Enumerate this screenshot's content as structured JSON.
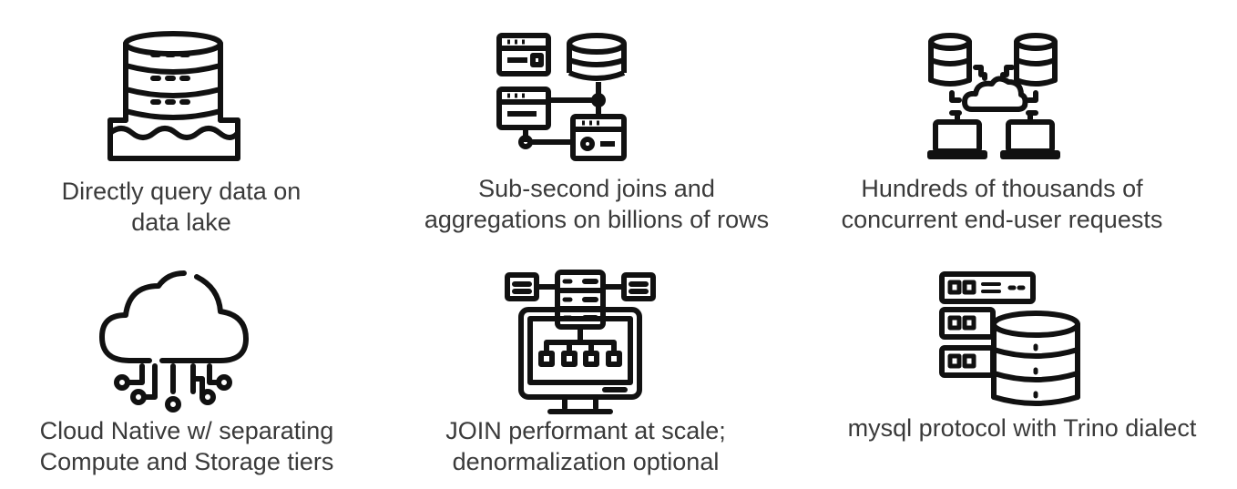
{
  "features": [
    {
      "icon": "data-lake-database-icon",
      "lines": [
        "Directly query data on",
        "data lake"
      ]
    },
    {
      "icon": "join-tables-icon",
      "lines": [
        "Sub-second joins and",
        "aggregations on billions of rows"
      ]
    },
    {
      "icon": "concurrent-users-cloud-icon",
      "lines": [
        "Hundreds of thousands of",
        "concurrent end-user requests"
      ]
    },
    {
      "icon": "cloud-native-icon",
      "lines": [
        "Cloud Native w/ separating",
        "Compute and Storage tiers"
      ]
    },
    {
      "icon": "join-monitor-icon",
      "lines": [
        "JOIN performant at scale;",
        "denormalization optional"
      ]
    },
    {
      "icon": "server-database-icon",
      "lines": [
        "mysql protocol with Trino dialect"
      ]
    }
  ]
}
